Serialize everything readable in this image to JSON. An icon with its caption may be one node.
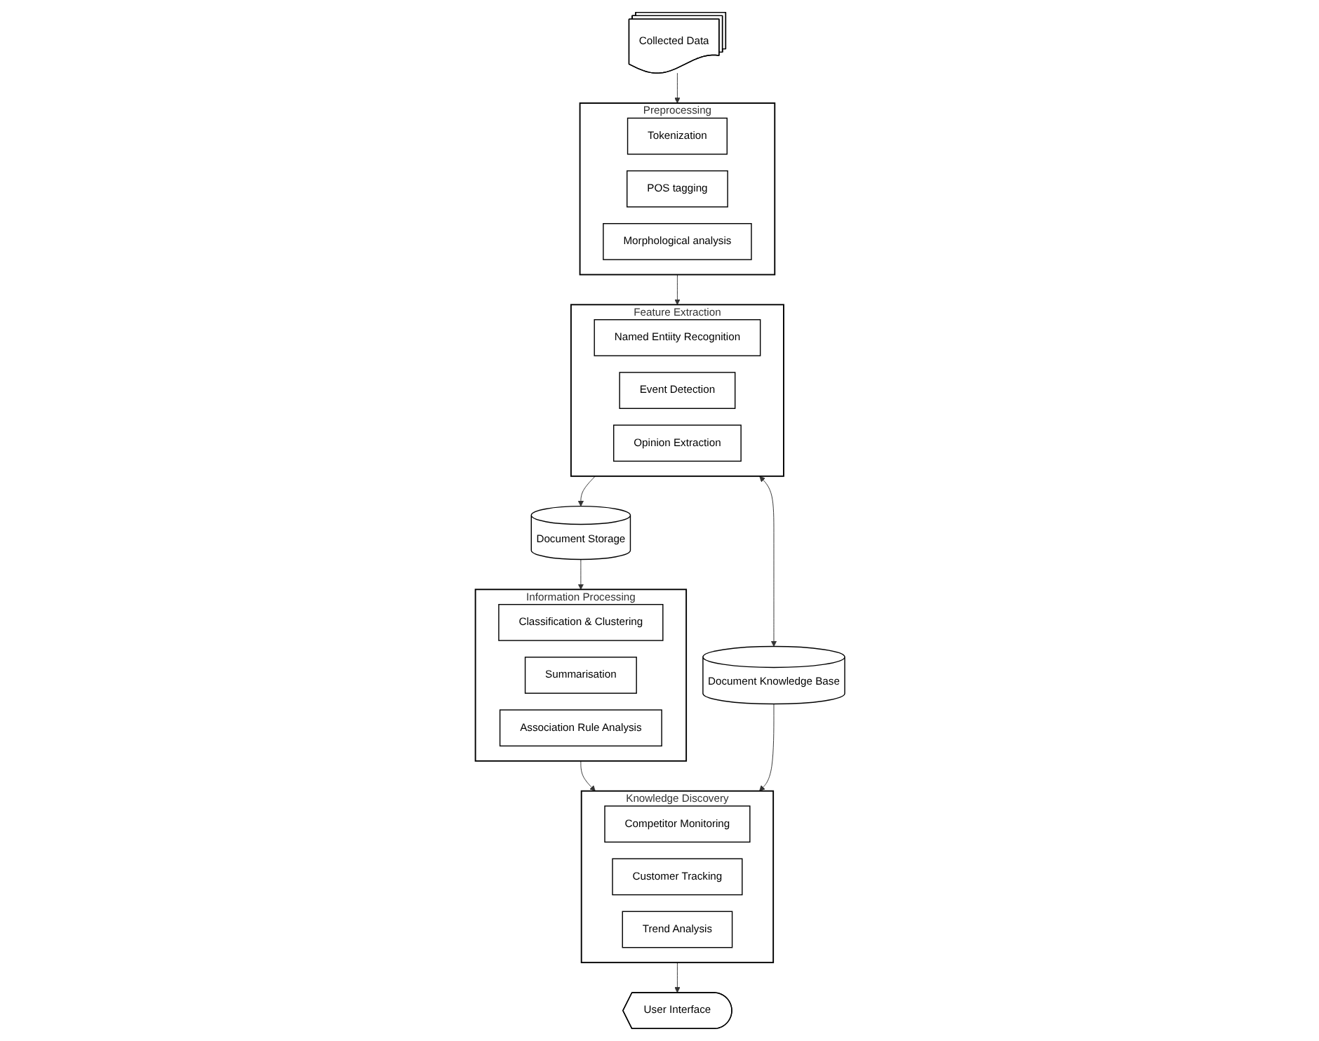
{
  "diagram": {
    "nodes": [
      {
        "text": [
          "Feature Extraction"
        ]
      },
      {
        "text": [
          "Named Entiity Recognition"
        ],
        "in": 0
      },
      {
        "text": [
          "Event Detection"
        ],
        "in": 0
      },
      {
        "text": [
          "Opinion Extraction"
        ],
        "in": 0
      },
      {
        "text": [
          "Preprocessing"
        ]
      },
      {
        "text": [
          "Tokenization"
        ],
        "in": 4
      },
      {
        "text": [
          "POS tagging"
        ],
        "in": 4
      },
      {
        "text": [
          "Morphological analysis"
        ],
        "in": 4
      },
      {
        "text": [
          "Collected Data"
        ]
      },
      {
        "text": [
          "Document Storage"
        ]
      },
      {
        "text": [
          "Document Knowledge Base"
        ]
      },
      {
        "text": [
          "Information Processing"
        ]
      },
      {
        "text": [
          "Classification & Clustering"
        ],
        "in": 11
      },
      {
        "text": [
          "Summarisation"
        ],
        "in": 11
      },
      {
        "text": [
          "Association Rule Analysis"
        ],
        "in": 11
      },
      {
        "text": [
          "Knowledge Discovery"
        ]
      },
      {
        "text": [
          "Competitor Monitoring"
        ],
        "in": 15
      },
      {
        "text": [
          "Customer Tracking"
        ],
        "in": 15
      },
      {
        "text": [
          "Trend Analysis"
        ],
        "in": 15
      },
      {
        "text": [
          "User Interface"
        ]
      }
    ],
    "edges": [
      {
        "from": 8,
        "to": 4,
        "arrow": "to"
      },
      {
        "from": 4,
        "to": 0,
        "arrow": "to"
      },
      {
        "from": 0,
        "to": 9,
        "arrow": "to"
      },
      {
        "from": 0,
        "to": 10,
        "arrow": "both"
      },
      {
        "from": 9,
        "to": 11,
        "arrow": "to"
      },
      {
        "from": 11,
        "to": 15,
        "arrow": "to"
      },
      {
        "from": 10,
        "to": 15,
        "arrow": "to"
      },
      {
        "from": 15,
        "to": 19,
        "arrow": "to"
      }
    ]
  }
}
